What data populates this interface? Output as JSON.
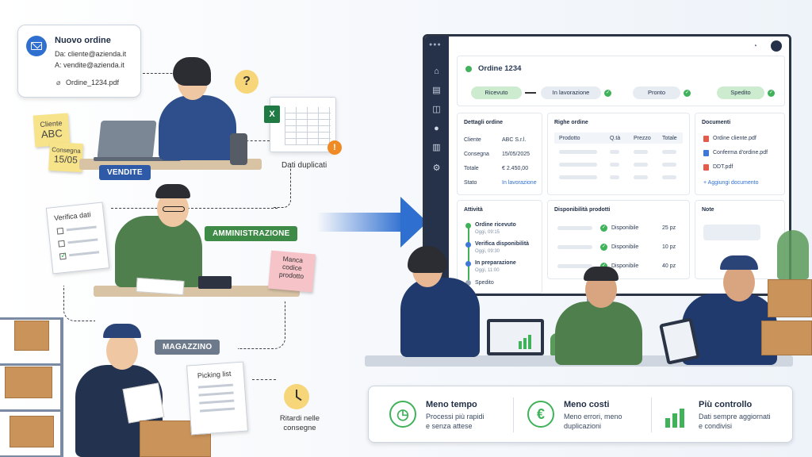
{
  "email": {
    "title": "Nuovo ordine",
    "from": "Da: cliente@azienda.it",
    "to": "A: vendite@azienda.it",
    "attachment": "Ordine_1234.pdf",
    "icon": "mail-icon"
  },
  "notes": {
    "cliente_label": "Cliente",
    "cliente_value": "ABC",
    "consegna_label": "Consegna",
    "consegna_value": "15/05",
    "manca": "Manca codice prodotto",
    "question": "?"
  },
  "labels": {
    "vendite": "VENDITE",
    "amministrazione": "AMMINISTRAZIONE",
    "magazzino": "MAGAZZINO",
    "dati_duplicati": "Dati duplicati",
    "verifica_dati": "Verifica dati",
    "picking_list": "Picking list",
    "ritardi": "Ritardi nelle consegne"
  },
  "colors": {
    "navy": "#26324a",
    "green": "#3fb25a",
    "blue_tag": "#2f5aa8",
    "green_tag": "#3e8a47",
    "gray_tag": "#6d7a8c",
    "excel": "#1f7a43",
    "warning": "#f08a24"
  },
  "dashboard": {
    "order_title": "Ordine 1234",
    "steps": [
      "Ricevuto",
      "In lavorazione",
      "Pronto",
      "Spedito"
    ],
    "details": {
      "title": "Dettagli ordine",
      "rows": [
        [
          "Cliente",
          "ABC S.r.l."
        ],
        [
          "Consegna",
          "15/05/2025"
        ],
        [
          "Totale",
          "€ 2.450,00"
        ],
        [
          "Stato",
          "In lavorazione"
        ]
      ]
    },
    "righe": {
      "title": "Righe ordine",
      "headers": [
        "Prodotto",
        "Q.tà",
        "Prezzo",
        "Totale"
      ]
    },
    "documents": {
      "title": "Documenti",
      "items": [
        "Ordine cliente.pdf",
        "Conferma d'ordine.pdf",
        "DDT.pdf"
      ],
      "add": "+ Aggiungi documento"
    },
    "activity": {
      "title": "Attività",
      "items": [
        {
          "label": "Ordine ricevuto",
          "time": "Oggi, 09:15"
        },
        {
          "label": "Verifica disponibilità",
          "time": "Oggi, 09:30"
        },
        {
          "label": "In preparazione",
          "time": "Oggi, 11:00"
        },
        {
          "label": "Spedito",
          "time": ""
        }
      ]
    },
    "availability": {
      "title": "Disponibilità prodotti",
      "items": [
        {
          "status": "Disponibile",
          "qty": "25 pz"
        },
        {
          "status": "Disponibile",
          "qty": "10 pz"
        },
        {
          "status": "Disponibile",
          "qty": "40 pz"
        }
      ]
    },
    "notes": {
      "title": "Note"
    }
  },
  "benefits": [
    {
      "title": "Meno tempo",
      "text1": "Processi più rapidi",
      "text2": "e senza attese",
      "icon": "clock-icon"
    },
    {
      "title": "Meno costi",
      "text1": "Meno errori, meno",
      "text2": "duplicazioni",
      "icon": "euro-icon"
    },
    {
      "title": "Più controllo",
      "text1": "Dati sempre aggiornati",
      "text2": "e condivisi",
      "icon": "growth-chart-icon"
    }
  ]
}
